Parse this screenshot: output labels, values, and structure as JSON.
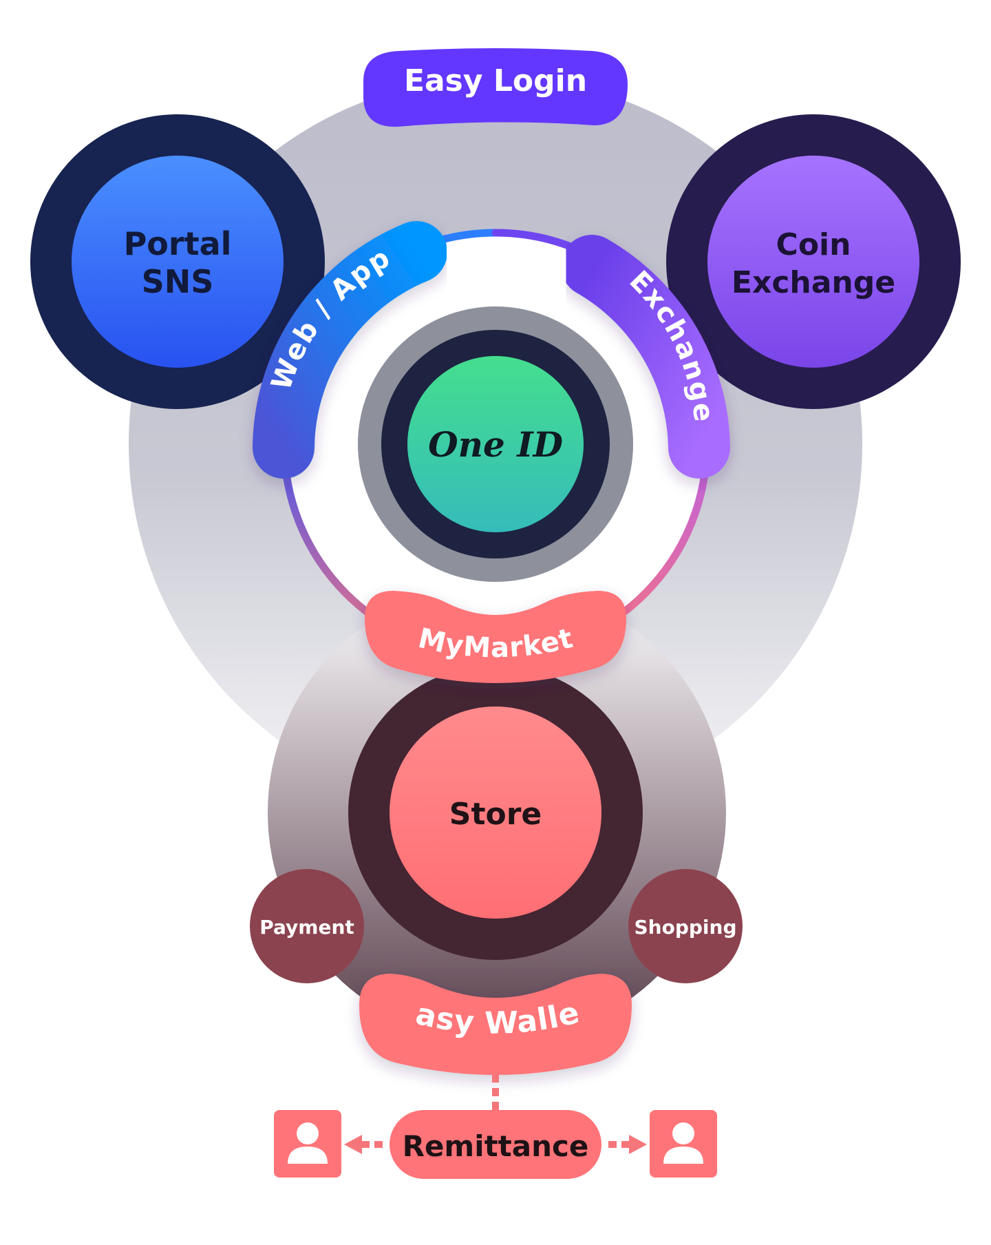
{
  "nodes": {
    "easy_login": "Easy Login",
    "portal_sns": [
      "Portal",
      "SNS"
    ],
    "coin_exchange": [
      "Coin",
      "Exchange"
    ],
    "web_app": "Web / App",
    "exchange": "Exchange",
    "one_id": "One ID",
    "mymarket": "MyMarket",
    "store": "Store",
    "payment": "Payment",
    "shopping": "Shopping",
    "easy_wallet": "Easy Wallet",
    "remittance": "Remittance"
  },
  "icons": {
    "left_user": "user-icon",
    "right_user": "user-icon"
  },
  "colors": {
    "easy_login": "#6337FF",
    "portal_inner": "#3B6FF5",
    "portal_outer": "#172350",
    "coin_inner": "#8B55F2",
    "coin_outer": "#261C4E",
    "one_id_inner": "#3FD49E",
    "coral": "#FF7478",
    "store_outer": "#442532",
    "small_circle": "#8B434F"
  }
}
